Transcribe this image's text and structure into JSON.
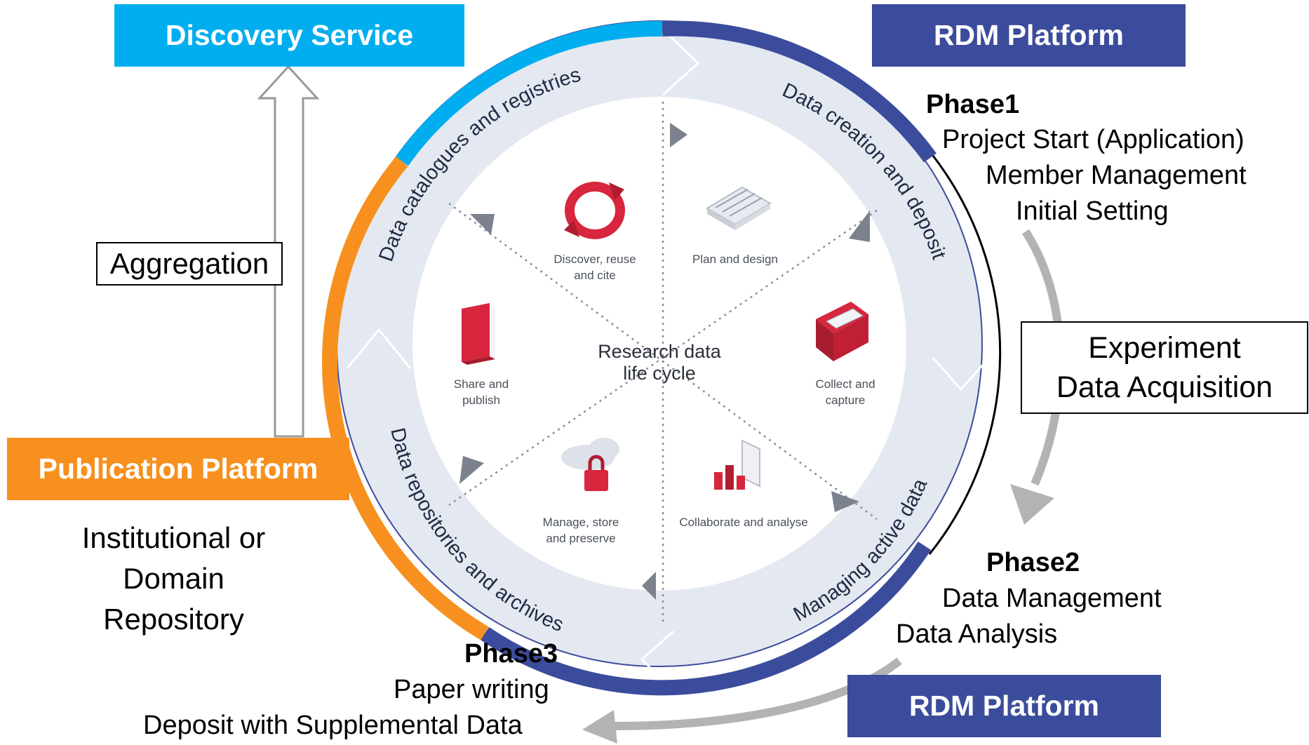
{
  "boxes": {
    "discovery": "Discovery Service",
    "rdm_top": "RDM Platform",
    "rdm_bottom": "RDM Platform",
    "publication": "Publication Platform"
  },
  "aggregation": "Aggregation",
  "repository": [
    "Institutional or",
    "Domain",
    "Repository"
  ],
  "experiment": [
    "Experiment",
    "Data Acquisition"
  ],
  "phase1": {
    "title": "Phase1",
    "items": [
      "Project Start (Application)",
      "Member Management",
      "Initial Setting"
    ]
  },
  "phase2": {
    "title": "Phase2",
    "items": [
      "Data Management",
      "Data Analysis"
    ]
  },
  "phase3": {
    "title": "Phase3",
    "items": [
      "Paper writing",
      "Deposit with Supplemental Data"
    ]
  },
  "ring_labels": {
    "catalogues": "Data catalogues and registries",
    "creation": "Data creation and deposit",
    "active": "Managing active data",
    "repositories": "Data repositories and archives"
  },
  "center": [
    "Research data",
    "life cycle"
  ],
  "stages": {
    "discover": [
      "Discover, reuse",
      "and cite"
    ],
    "plan": [
      "Plan and design"
    ],
    "collect": [
      "Collect and",
      "capture"
    ],
    "collaborate": [
      "Collaborate and analyse"
    ],
    "manage": [
      "Manage, store",
      "and preserve"
    ],
    "share": [
      "Share and",
      "publish"
    ]
  },
  "colors": {
    "light_blue": "#00aeef",
    "navy": "#3c4c9c",
    "orange": "#f7901e",
    "ring_bg": "#e4e8f0",
    "inner_bg": "#ffffff",
    "icon_red": "#d7263d",
    "gray_arrow": "#b3b3b3"
  }
}
